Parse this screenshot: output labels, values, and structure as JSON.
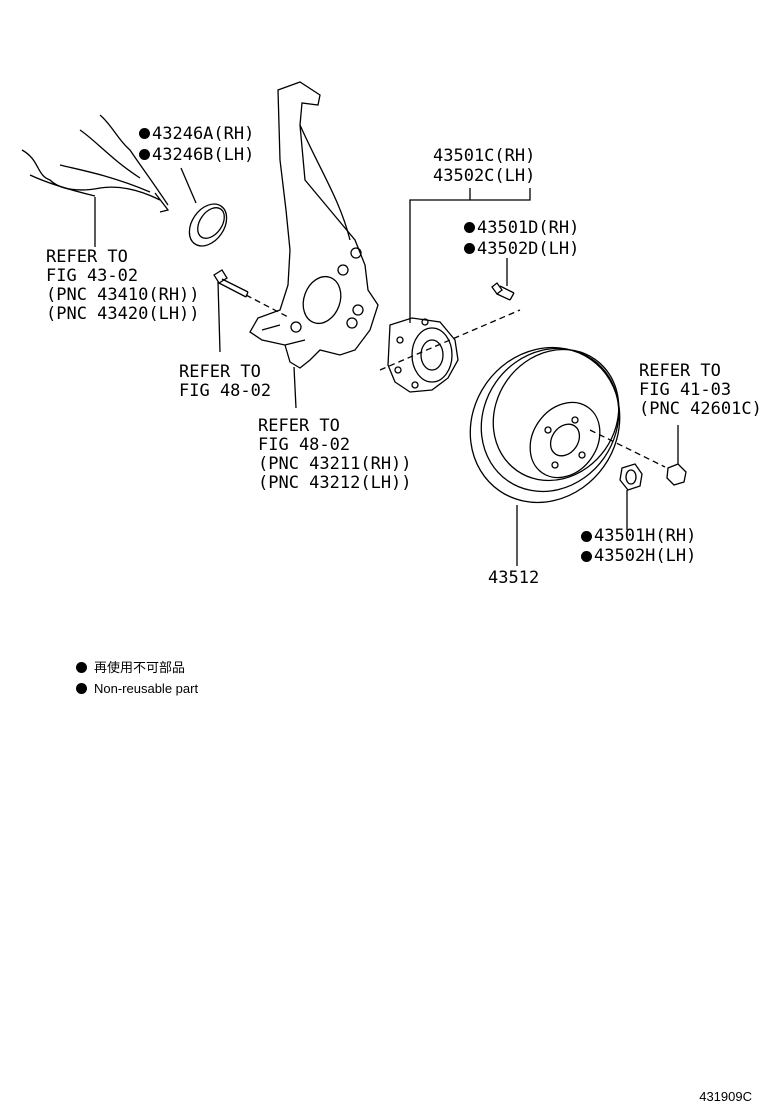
{
  "labels": {
    "seal": [
      "43246A(RH)",
      "43246B(LH)"
    ],
    "shaft_ref": [
      "REFER TO",
      "FIG 43-02",
      "(PNC 43410(RH))",
      "(PNC 43420(LH))"
    ],
    "knuckle_ref1": [
      "REFER TO",
      "FIG 48-02"
    ],
    "knuckle_ref2": [
      "REFER TO",
      "FIG 48-02",
      "(PNC 43211(RH))",
      "(PNC 43212(LH))"
    ],
    "hub": [
      "43501C(RH)",
      "43502C(LH)"
    ],
    "hub_bolt": [
      "43501D(RH)",
      "43502D(LH)"
    ],
    "nut_ref": [
      "REFER TO",
      "FIG 41-03",
      "(PNC 42601C)"
    ],
    "nut": [
      "43501H(RH)",
      "43502H(LH)"
    ],
    "disc": "43512"
  },
  "legend": {
    "line1": "再使用不可部品",
    "line2": "Non-reusable part"
  },
  "diagram_id": "431909C"
}
